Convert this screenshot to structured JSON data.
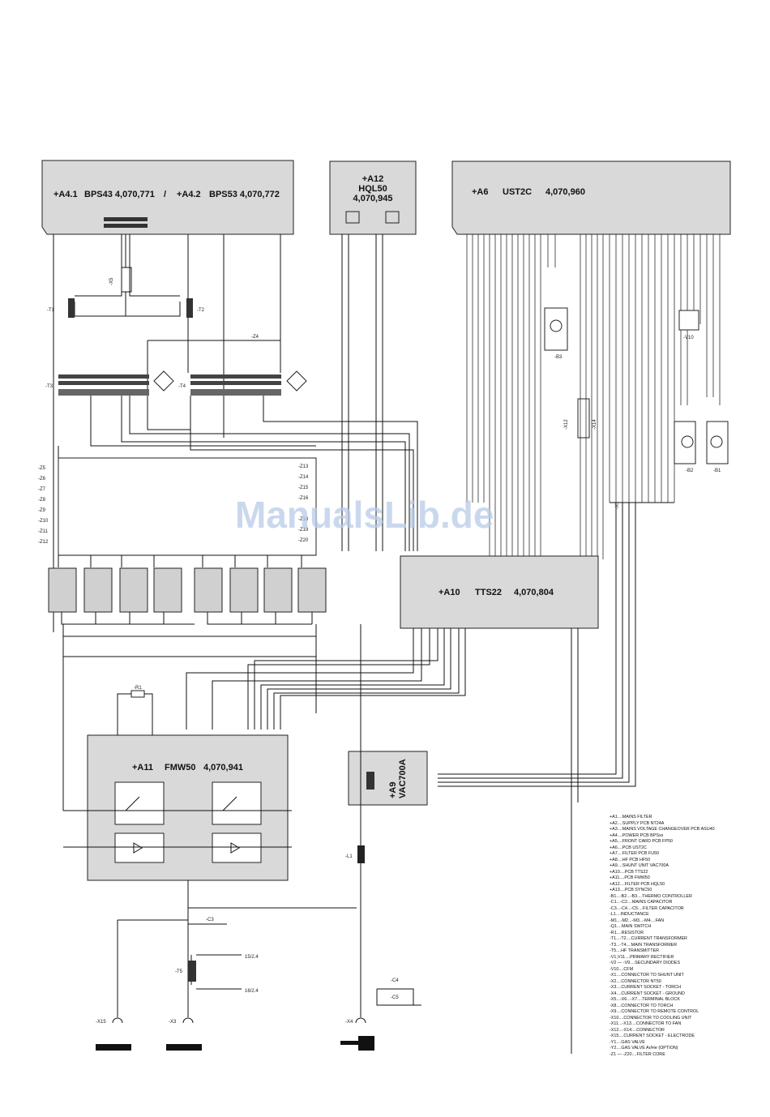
{
  "blocks": {
    "a4": {
      "designation": "+A4.1",
      "name1": "BPS43 4,070,771",
      "sep": "/",
      "designation2": "+A4.2",
      "name2": "BPS53 4,070,772"
    },
    "a12": {
      "designation": "+A12",
      "name": "HQL50",
      "number": "4,070,945"
    },
    "a6": {
      "designation": "+A6",
      "name": "UST2C",
      "number": "4,070,960"
    },
    "a10": {
      "designation": "+A10",
      "name": "TTS22",
      "number": "4,070,804"
    },
    "a11": {
      "designation": "+A11",
      "name": "FMW50",
      "number": "4,070,941"
    },
    "a9": {
      "designation": "+A9",
      "name": "VAC700A"
    }
  },
  "refs": {
    "t1": "-T1",
    "t2": "-T2",
    "t3": "-T3",
    "t4": "-T4",
    "z4": "-Z4",
    "x5": "-X5",
    "b1": "-B1",
    "b2": "-B2",
    "b3": "-B3",
    "v10": "-V10",
    "r1": "-R1",
    "l1": "-L1",
    "t5": "-T5",
    "c3": "-C3",
    "c4": "-C4",
    "c5": "-C5",
    "x1": "-X1",
    "x12": "-X12",
    "x14": "-X14",
    "x3": "-X3",
    "x4": "-X4",
    "x15": "-X15",
    "ref_15_2_4": "15/2.4",
    "ref_16_2_4": "16/2.4"
  },
  "filters_left": [
    "-Z5",
    "-Z6",
    "-Z7",
    "-Z8",
    "-Z9",
    "-Z10",
    "-Z11",
    "-Z12"
  ],
  "filters_right": [
    "-Z13",
    "-Z14",
    "-Z15",
    "-Z16",
    "-Z18",
    "-Z19",
    "-Z20"
  ],
  "watermark": "ManualsLib.de",
  "legend": [
    "+A1....MAINS FILTER",
    "+A2....SUPPLY PCB NT24A",
    "+A3....MAINS VOLTAGE CHANGEOVER PCB ASU40",
    "+A4....POWER PCB BPSxx",
    "+A5....FRONT CARD PCB FP50",
    "+A6....PCB UST2C",
    "+A7....FILTER PCB FU50",
    "+A8....HF PCB HF50",
    "+A9....SHUNT UNIT VAC700A",
    "+A10....PCB TTS22",
    "+A11....PCB FMW50",
    "+A12....FILTER PCB HQL50",
    "+A13....PCB SYNC50",
    "-B1...-B2...-B3....THERMO CONTROLLER",
    "-C1...-C2....MAINS CAPACITOR",
    "-C3...-C4...-C5....FILTER CAPACITOR",
    "-L1....INDUCTANCE",
    "-M1...-M2...-M3...-M4....FAN",
    "-Q1....MAIN SWITCH",
    "-R1....RESISTOR",
    "-T1...-T2....CURRENT TRANSFORMER",
    "-T3...-T4....MAIN TRANSFORMER",
    "-T5....HF TRANSMITTER",
    "-V1,V11....PRIMARY RECTIFIER",
    "-V2 — -V9....SECUNDARY DIODES",
    "-V10....CFM",
    "-X1....CONNECTOR TO SHUNT UNIT",
    "-X2....CONNECTOR NT50",
    "-X3....CURRENT SOCKET - TORCH",
    "-X4....CURRENT SOCKET - GROUND",
    "-X5...-X6...-X7....TERMINAL BLOCK",
    "-X8....CONNECTOR TO TORCH",
    "-X9....CONNECTOR TO REMOTE CONTROL",
    "-X10....CONNECTOR TO COOLING UNIT",
    "-X11...-X13....CONNECTOR TO FAN",
    "-X12...-X14....CONNECTOR",
    "-X15....CURRENT SOCKET - ELECTRODE",
    "-Y1....GAS VALVE",
    "-Y2....GAS VALVE Ar/He (OPTION)",
    "-Z1 — -Z20....FILTER CORE"
  ]
}
